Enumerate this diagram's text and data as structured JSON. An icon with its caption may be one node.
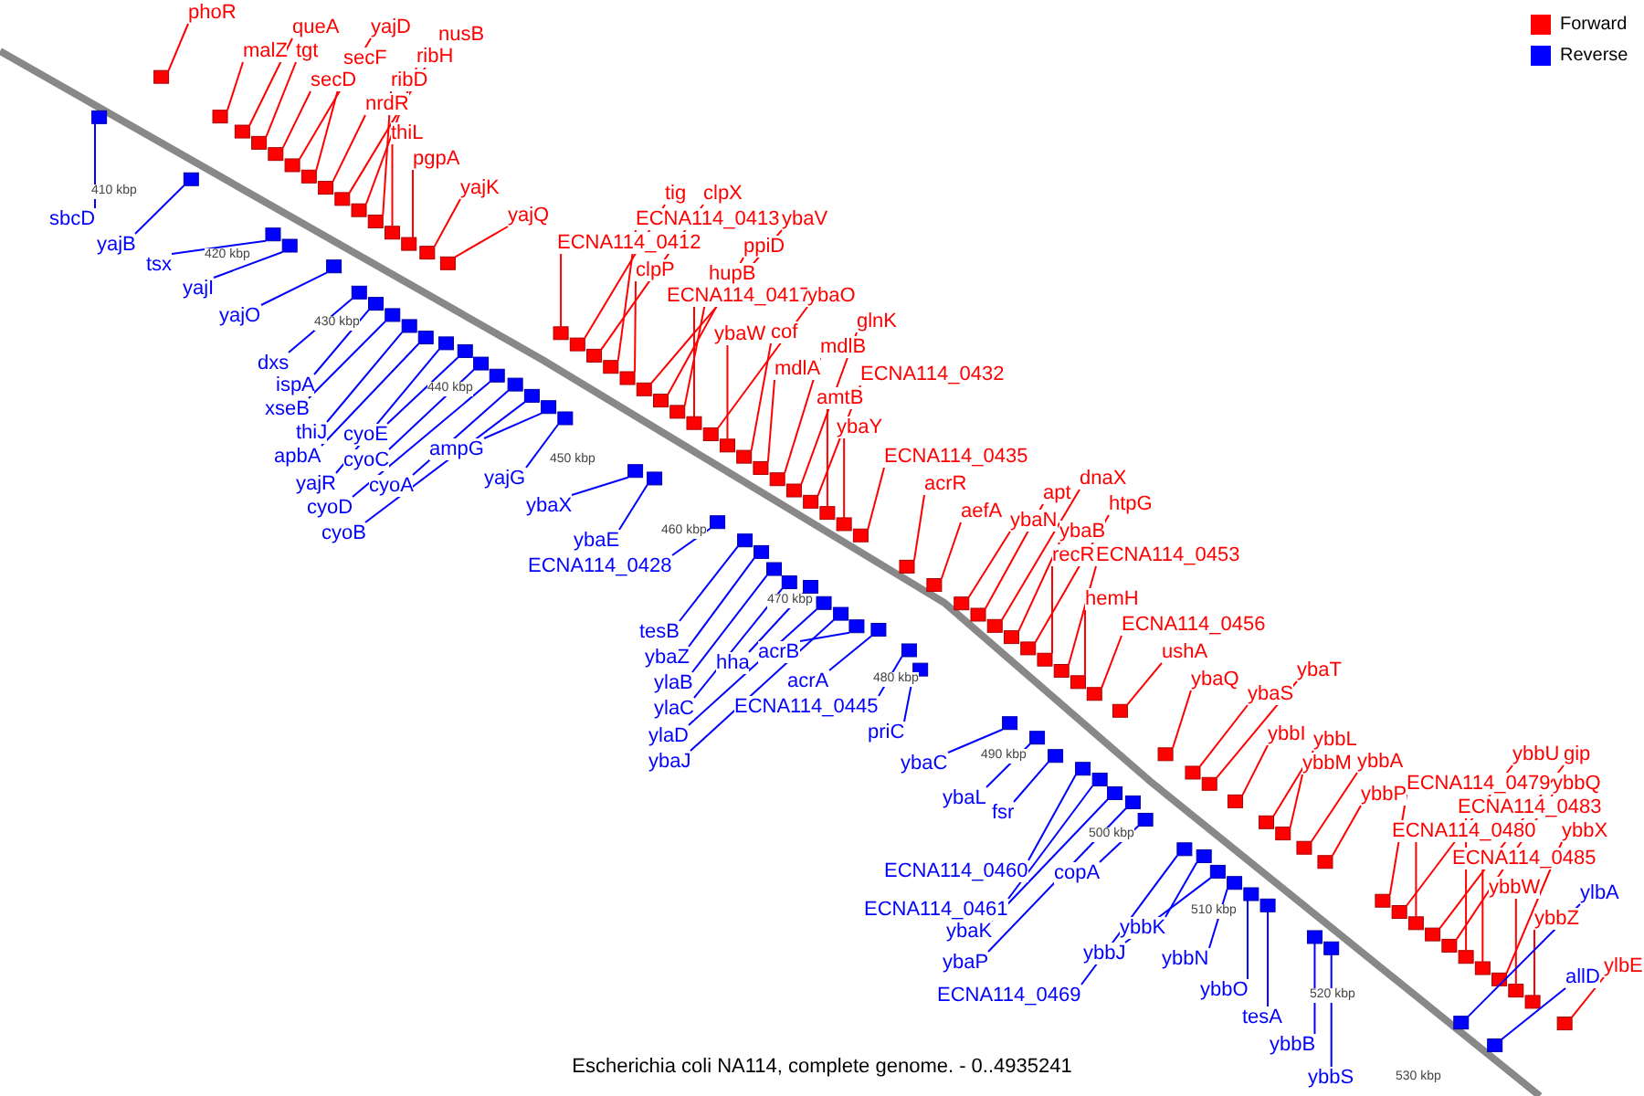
{
  "diagram": {
    "caption": "Escherichia coli NA114, complete genome. - 0..4935241",
    "nodes": [
      {
        "text": [
          "phoR"
        ]
      },
      {
        "text": [
          "malZ"
        ]
      },
      {
        "text": [
          "queA"
        ]
      },
      {
        "text": [
          "tgt"
        ]
      },
      {
        "text": [
          "yajD"
        ]
      },
      {
        "text": [
          "secF"
        ]
      },
      {
        "text": [
          "secD"
        ]
      },
      {
        "text": [
          "nusB"
        ]
      },
      {
        "text": [
          "ribH"
        ]
      },
      {
        "text": [
          "ribD"
        ]
      },
      {
        "text": [
          "nrdR"
        ]
      },
      {
        "text": [
          "thiL"
        ]
      },
      {
        "text": [
          "pgpA"
        ]
      },
      {
        "text": [
          "yajK"
        ]
      },
      {
        "text": [
          "yajQ"
        ]
      },
      {
        "text": [
          "tig"
        ]
      },
      {
        "text": [
          "clpX"
        ]
      },
      {
        "text": [
          "ECNA114_0413"
        ]
      },
      {
        "text": [
          "ECNA114_0412"
        ]
      },
      {
        "text": [
          "ybaV"
        ]
      },
      {
        "text": [
          "ppiD"
        ]
      },
      {
        "text": [
          "clpP"
        ]
      },
      {
        "text": [
          "hupB"
        ]
      },
      {
        "text": [
          "ECNA114_0417"
        ]
      },
      {
        "text": [
          "ybaO"
        ]
      },
      {
        "text": [
          "ybaW"
        ]
      },
      {
        "text": [
          "cof"
        ]
      },
      {
        "text": [
          "glnK"
        ]
      },
      {
        "text": [
          "mdlB"
        ]
      },
      {
        "text": [
          "mdlA"
        ]
      },
      {
        "text": [
          "ECNA114_0432"
        ]
      },
      {
        "text": [
          "amtB"
        ]
      },
      {
        "text": [
          "ybaY"
        ]
      },
      {
        "text": [
          "ECNA114_0435"
        ]
      },
      {
        "text": [
          "acrR"
        ]
      },
      {
        "text": [
          "aefA"
        ]
      },
      {
        "text": [
          "apt"
        ]
      },
      {
        "text": [
          "dnaX"
        ]
      },
      {
        "text": [
          "ybaN"
        ]
      },
      {
        "text": [
          "htpG"
        ]
      },
      {
        "text": [
          "ybaB"
        ]
      },
      {
        "text": [
          "recR"
        ]
      },
      {
        "text": [
          "ECNA114_0453"
        ]
      },
      {
        "text": [
          "hemH"
        ]
      },
      {
        "text": [
          "ECNA114_0456"
        ]
      },
      {
        "text": [
          "ushA"
        ]
      },
      {
        "text": [
          "ybaQ"
        ]
      },
      {
        "text": [
          "ybaS"
        ]
      },
      {
        "text": [
          "ybaT"
        ]
      },
      {
        "text": [
          "ybbI"
        ]
      },
      {
        "text": [
          "ybbL"
        ]
      },
      {
        "text": [
          "ybbM"
        ]
      },
      {
        "text": [
          "ybbA"
        ]
      },
      {
        "text": [
          "ybbP"
        ]
      },
      {
        "text": [
          "ECNA114_0479"
        ]
      },
      {
        "text": [
          "ybbU"
        ]
      },
      {
        "text": [
          "gip"
        ]
      },
      {
        "text": [
          "ybbQ"
        ]
      },
      {
        "text": [
          "ECNA114_0483"
        ]
      },
      {
        "text": [
          "ECNA114_0480"
        ]
      },
      {
        "text": [
          "ybbX"
        ]
      },
      {
        "text": [
          "ECNA114_0485"
        ]
      },
      {
        "text": [
          "ybbW"
        ]
      },
      {
        "text": [
          "ybbZ"
        ]
      },
      {
        "text": [
          "ylbE"
        ]
      },
      {
        "text": [
          "sbcD"
        ]
      },
      {
        "text": [
          "yajB"
        ]
      },
      {
        "text": [
          "tsx"
        ]
      },
      {
        "text": [
          "yajI"
        ]
      },
      {
        "text": [
          "yajO"
        ]
      },
      {
        "text": [
          "dxs"
        ]
      },
      {
        "text": [
          "ispA"
        ]
      },
      {
        "text": [
          "xseB"
        ]
      },
      {
        "text": [
          "thiJ"
        ]
      },
      {
        "text": [
          "apbA"
        ]
      },
      {
        "text": [
          "yajR"
        ]
      },
      {
        "text": [
          "cyoE"
        ]
      },
      {
        "text": [
          "cyoC"
        ]
      },
      {
        "text": [
          "cyoD"
        ]
      },
      {
        "text": [
          "cyoA"
        ]
      },
      {
        "text": [
          "cyoB"
        ]
      },
      {
        "text": [
          "ampG"
        ]
      },
      {
        "text": [
          "yajG"
        ]
      },
      {
        "text": [
          "ybaX"
        ]
      },
      {
        "text": [
          "ybaE"
        ]
      },
      {
        "text": [
          "ECNA114_0428"
        ]
      },
      {
        "text": [
          "tesB"
        ]
      },
      {
        "text": [
          "ybaZ"
        ]
      },
      {
        "text": [
          "ylaB"
        ]
      },
      {
        "text": [
          "hha"
        ]
      },
      {
        "text": [
          "ylaC"
        ]
      },
      {
        "text": [
          "acrB"
        ]
      },
      {
        "text": [
          "ylaD"
        ]
      },
      {
        "text": [
          "ybaJ"
        ]
      },
      {
        "text": [
          "acrA"
        ]
      },
      {
        "text": [
          "ECNA114_0445"
        ]
      },
      {
        "text": [
          "priC"
        ]
      },
      {
        "text": [
          "ybaC"
        ]
      },
      {
        "text": [
          "ybaL"
        ]
      },
      {
        "text": [
          "fsr"
        ]
      },
      {
        "text": [
          "ECNA114_0460"
        ]
      },
      {
        "text": [
          "ECNA114_0461"
        ]
      },
      {
        "text": [
          "ybaK"
        ]
      },
      {
        "text": [
          "ybaP"
        ]
      },
      {
        "text": [
          "copA"
        ]
      },
      {
        "text": [
          "ECNA114_0469"
        ]
      },
      {
        "text": [
          "ybbK"
        ]
      },
      {
        "text": [
          "ybbJ"
        ]
      },
      {
        "text": [
          "ybbN"
        ]
      },
      {
        "text": [
          "ybbO"
        ]
      },
      {
        "text": [
          "tesA"
        ]
      },
      {
        "text": [
          "ybbB"
        ]
      },
      {
        "text": [
          "ybbS"
        ]
      },
      {
        "text": [
          "ylbA"
        ]
      },
      {
        "text": [
          "allD"
        ]
      },
      {
        "text": [],
        "shape": "box"
      },
      {
        "text": [],
        "shape": "box"
      },
      {
        "text": [],
        "shape": "box"
      },
      {
        "text": [],
        "shape": "box"
      },
      {
        "text": [],
        "shape": "box"
      },
      {
        "text": [],
        "shape": "box"
      },
      {
        "text": [],
        "shape": "box"
      },
      {
        "text": [],
        "shape": "box"
      },
      {
        "text": [],
        "shape": "box"
      },
      {
        "text": [],
        "shape": "box"
      },
      {
        "text": [],
        "shape": "box"
      },
      {
        "text": [],
        "shape": "box"
      },
      {
        "text": [],
        "shape": "box"
      },
      {
        "text": [],
        "shape": "box"
      },
      {
        "text": [],
        "shape": "box"
      },
      {
        "text": [],
        "shape": "box"
      },
      {
        "text": [],
        "shape": "box"
      },
      {
        "text": [],
        "shape": "box"
      },
      {
        "text": [],
        "shape": "box"
      },
      {
        "text": [],
        "shape": "box"
      },
      {
        "text": [],
        "shape": "box"
      },
      {
        "text": [],
        "shape": "box"
      },
      {
        "text": [],
        "shape": "box"
      },
      {
        "text": [],
        "shape": "box"
      },
      {
        "text": [],
        "shape": "box"
      },
      {
        "text": [],
        "shape": "box"
      },
      {
        "text": [],
        "shape": "box"
      },
      {
        "text": [],
        "shape": "box"
      },
      {
        "text": [],
        "shape": "box"
      },
      {
        "text": [],
        "shape": "box"
      },
      {
        "text": [],
        "shape": "box"
      },
      {
        "text": [],
        "shape": "box"
      },
      {
        "text": [],
        "shape": "box"
      },
      {
        "text": [],
        "shape": "box"
      },
      {
        "text": [],
        "shape": "box"
      },
      {
        "text": [],
        "shape": "box"
      },
      {
        "text": [],
        "shape": "box"
      },
      {
        "text": [],
        "shape": "box"
      },
      {
        "text": [],
        "shape": "box"
      },
      {
        "text": [],
        "shape": "box"
      },
      {
        "text": [],
        "shape": "box"
      },
      {
        "text": [],
        "shape": "box"
      },
      {
        "text": [],
        "shape": "box"
      },
      {
        "text": [],
        "shape": "box"
      },
      {
        "text": [],
        "shape": "box"
      },
      {
        "text": [],
        "shape": "box"
      },
      {
        "text": [],
        "shape": "box"
      },
      {
        "text": [],
        "shape": "box"
      },
      {
        "text": [],
        "shape": "box"
      },
      {
        "text": [],
        "shape": "box"
      },
      {
        "text": [],
        "shape": "box"
      },
      {
        "text": [],
        "shape": "box"
      },
      {
        "text": [],
        "shape": "box"
      },
      {
        "text": [],
        "shape": "box"
      },
      {
        "text": [],
        "shape": "box"
      },
      {
        "text": [],
        "shape": "box"
      },
      {
        "text": [],
        "shape": "box"
      },
      {
        "text": [],
        "shape": "box"
      },
      {
        "text": [],
        "shape": "box"
      },
      {
        "text": [],
        "shape": "box"
      },
      {
        "text": [],
        "shape": "box"
      },
      {
        "text": [],
        "shape": "box"
      },
      {
        "text": [],
        "shape": "box"
      },
      {
        "text": [],
        "shape": "box"
      },
      {
        "text": [],
        "shape": "box"
      },
      {
        "text": [],
        "shape": "box"
      },
      {
        "text": [],
        "shape": "box"
      },
      {
        "text": [],
        "shape": "box"
      },
      {
        "text": [],
        "shape": "box"
      },
      {
        "text": [],
        "shape": "box"
      },
      {
        "text": [],
        "shape": "box"
      },
      {
        "text": [],
        "shape": "box"
      },
      {
        "text": [],
        "shape": "box"
      },
      {
        "text": [],
        "shape": "box"
      },
      {
        "text": [],
        "shape": "box"
      },
      {
        "text": [],
        "shape": "box"
      },
      {
        "text": [],
        "shape": "box"
      },
      {
        "text": [],
        "shape": "box"
      },
      {
        "text": [],
        "shape": "box"
      },
      {
        "text": [],
        "shape": "box"
      },
      {
        "text": [],
        "shape": "box"
      },
      {
        "text": [],
        "shape": "box"
      },
      {
        "text": [],
        "shape": "box"
      },
      {
        "text": [],
        "shape": "box"
      },
      {
        "text": [],
        "shape": "box"
      },
      {
        "text": [],
        "shape": "box"
      },
      {
        "text": [],
        "shape": "box"
      },
      {
        "text": [],
        "shape": "box"
      },
      {
        "text": [],
        "shape": "box"
      },
      {
        "text": [],
        "shape": "box"
      },
      {
        "text": [],
        "shape": "box"
      },
      {
        "text": [],
        "shape": "box"
      },
      {
        "text": [],
        "shape": "box"
      },
      {
        "text": [],
        "shape": "box"
      },
      {
        "text": [],
        "shape": "box"
      },
      {
        "text": [],
        "shape": "box"
      },
      {
        "text": [],
        "shape": "box"
      },
      {
        "text": [],
        "shape": "box"
      },
      {
        "text": [],
        "shape": "box"
      },
      {
        "text": [],
        "shape": "box"
      },
      {
        "text": [],
        "shape": "box"
      },
      {
        "text": [],
        "shape": "box"
      },
      {
        "text": [],
        "shape": "box"
      },
      {
        "text": [],
        "shape": "box"
      },
      {
        "text": [],
        "shape": "box"
      },
      {
        "text": [],
        "shape": "box"
      },
      {
        "text": [],
        "shape": "box"
      },
      {
        "text": [],
        "shape": "box"
      },
      {
        "text": [],
        "shape": "box"
      },
      {
        "text": [],
        "shape": "box"
      },
      {
        "text": [],
        "shape": "box"
      },
      {
        "text": [],
        "shape": "box"
      },
      {
        "text": [],
        "shape": "box"
      },
      {
        "text": [],
        "shape": "box"
      },
      {
        "text": [],
        "shape": "box"
      }
    ],
    "edges": [
      {
        "from": 0,
        "to": 115,
        "arrow": "none"
      },
      {
        "from": 1,
        "to": 116,
        "arrow": "none"
      },
      {
        "from": 2,
        "to": 117,
        "arrow": "none"
      },
      {
        "from": 3,
        "to": 118,
        "arrow": "none"
      },
      {
        "from": 4,
        "to": 119,
        "arrow": "none"
      },
      {
        "from": 5,
        "to": 120,
        "arrow": "none"
      },
      {
        "from": 6,
        "to": 121,
        "arrow": "none"
      },
      {
        "from": 7,
        "to": 122,
        "arrow": "none"
      },
      {
        "from": 8,
        "to": 123,
        "arrow": "none"
      },
      {
        "from": 9,
        "to": 124,
        "arrow": "none"
      },
      {
        "from": 10,
        "to": 125,
        "arrow": "none"
      },
      {
        "from": 11,
        "to": 126,
        "arrow": "none"
      },
      {
        "from": 12,
        "to": 127,
        "arrow": "none"
      },
      {
        "from": 13,
        "to": 128,
        "arrow": "none"
      },
      {
        "from": 14,
        "to": 129,
        "arrow": "none"
      },
      {
        "from": 15,
        "to": 130,
        "arrow": "none"
      },
      {
        "from": 16,
        "to": 131,
        "arrow": "none"
      },
      {
        "from": 17,
        "to": 132,
        "arrow": "none"
      },
      {
        "from": 18,
        "to": 133,
        "arrow": "none"
      },
      {
        "from": 19,
        "to": 134,
        "arrow": "none"
      },
      {
        "from": 20,
        "to": 135,
        "arrow": "none"
      },
      {
        "from": 21,
        "to": 136,
        "arrow": "none"
      },
      {
        "from": 22,
        "to": 137,
        "arrow": "none"
      },
      {
        "from": 23,
        "to": 138,
        "arrow": "none"
      },
      {
        "from": 24,
        "to": 139,
        "arrow": "none"
      },
      {
        "from": 25,
        "to": 140,
        "arrow": "none"
      },
      {
        "from": 26,
        "to": 141,
        "arrow": "none"
      },
      {
        "from": 27,
        "to": 142,
        "arrow": "none"
      },
      {
        "from": 28,
        "to": 143,
        "arrow": "none"
      },
      {
        "from": 29,
        "to": 144,
        "arrow": "none"
      },
      {
        "from": 30,
        "to": 145,
        "arrow": "none"
      },
      {
        "from": 31,
        "to": 146,
        "arrow": "none"
      },
      {
        "from": 32,
        "to": 147,
        "arrow": "none"
      },
      {
        "from": 33,
        "to": 148,
        "arrow": "none"
      },
      {
        "from": 34,
        "to": 149,
        "arrow": "none"
      },
      {
        "from": 35,
        "to": 150,
        "arrow": "none"
      },
      {
        "from": 36,
        "to": 151,
        "arrow": "none"
      },
      {
        "from": 37,
        "to": 152,
        "arrow": "none"
      },
      {
        "from": 38,
        "to": 153,
        "arrow": "none"
      },
      {
        "from": 39,
        "to": 154,
        "arrow": "none"
      },
      {
        "from": 40,
        "to": 155,
        "arrow": "none"
      },
      {
        "from": 41,
        "to": 156,
        "arrow": "none"
      },
      {
        "from": 42,
        "to": 157,
        "arrow": "none"
      },
      {
        "from": 43,
        "to": 158,
        "arrow": "none"
      },
      {
        "from": 44,
        "to": 159,
        "arrow": "none"
      },
      {
        "from": 45,
        "to": 160,
        "arrow": "none"
      },
      {
        "from": 46,
        "to": 161,
        "arrow": "none"
      },
      {
        "from": 47,
        "to": 162,
        "arrow": "none"
      },
      {
        "from": 48,
        "to": 163,
        "arrow": "none"
      },
      {
        "from": 49,
        "to": 164,
        "arrow": "none"
      },
      {
        "from": 50,
        "to": 165,
        "arrow": "none"
      },
      {
        "from": 51,
        "to": 166,
        "arrow": "none"
      },
      {
        "from": 52,
        "to": 167,
        "arrow": "none"
      },
      {
        "from": 53,
        "to": 168,
        "arrow": "none"
      },
      {
        "from": 54,
        "to": 169,
        "arrow": "none"
      },
      {
        "from": 55,
        "to": 170,
        "arrow": "none"
      },
      {
        "from": 56,
        "to": 171,
        "arrow": "none"
      },
      {
        "from": 57,
        "to": 172,
        "arrow": "none"
      },
      {
        "from": 58,
        "to": 173,
        "arrow": "none"
      },
      {
        "from": 59,
        "to": 174,
        "arrow": "none"
      },
      {
        "from": 60,
        "to": 175,
        "arrow": "none"
      },
      {
        "from": 61,
        "to": 176,
        "arrow": "none"
      },
      {
        "from": 62,
        "to": 177,
        "arrow": "none"
      },
      {
        "from": 63,
        "to": 178,
        "arrow": "none"
      },
      {
        "from": 64,
        "to": 179,
        "arrow": "none"
      },
      {
        "from": 65,
        "to": 180,
        "arrow": "none",
        "color": "#0000ff"
      },
      {
        "from": 66,
        "to": 181,
        "arrow": "none",
        "color": "#0000ff"
      },
      {
        "from": 67,
        "to": 182,
        "arrow": "none",
        "color": "#0000ff"
      },
      {
        "from": 68,
        "to": 183,
        "arrow": "none",
        "color": "#0000ff"
      },
      {
        "from": 69,
        "to": 184,
        "arrow": "none",
        "color": "#0000ff"
      },
      {
        "from": 70,
        "to": 185,
        "arrow": "none",
        "color": "#0000ff"
      },
      {
        "from": 71,
        "to": 186,
        "arrow": "none",
        "color": "#0000ff"
      },
      {
        "from": 72,
        "to": 187,
        "arrow": "none",
        "color": "#0000ff"
      },
      {
        "from": 73,
        "to": 188,
        "arrow": "none",
        "color": "#0000ff"
      },
      {
        "from": 74,
        "to": 189,
        "arrow": "none",
        "color": "#0000ff"
      },
      {
        "from": 75,
        "to": 190,
        "arrow": "none",
        "color": "#0000ff"
      },
      {
        "from": 76,
        "to": 191,
        "arrow": "none",
        "color": "#0000ff"
      },
      {
        "from": 77,
        "to": 192,
        "arrow": "none",
        "color": "#0000ff"
      },
      {
        "from": 78,
        "to": 193,
        "arrow": "none",
        "color": "#0000ff"
      },
      {
        "from": 79,
        "to": 194,
        "arrow": "none",
        "color": "#0000ff"
      },
      {
        "from": 80,
        "to": 195,
        "arrow": "none",
        "color": "#0000ff"
      },
      {
        "from": 81,
        "to": 196,
        "arrow": "none",
        "color": "#0000ff"
      },
      {
        "from": 82,
        "to": 197,
        "arrow": "none",
        "color": "#0000ff"
      },
      {
        "from": 83,
        "to": 198,
        "arrow": "none",
        "color": "#0000ff"
      },
      {
        "from": 84,
        "to": 199,
        "arrow": "none",
        "color": "#0000ff"
      },
      {
        "from": 85,
        "to": 200,
        "arrow": "none",
        "color": "#0000ff"
      },
      {
        "from": 86,
        "to": 201,
        "arrow": "none",
        "color": "#0000ff"
      },
      {
        "from": 87,
        "to": 202,
        "arrow": "none",
        "color": "#0000ff"
      },
      {
        "from": 88,
        "to": 203,
        "arrow": "none",
        "color": "#0000ff"
      },
      {
        "from": 89,
        "to": 204,
        "arrow": "none",
        "color": "#0000ff"
      },
      {
        "from": 90,
        "to": 205,
        "arrow": "none",
        "color": "#0000ff"
      },
      {
        "from": 91,
        "to": 206,
        "arrow": "none",
        "color": "#0000ff"
      },
      {
        "from": 92,
        "to": 207,
        "arrow": "none",
        "color": "#0000ff"
      },
      {
        "from": 93,
        "to": 208,
        "arrow": "none",
        "color": "#0000ff"
      },
      {
        "from": 94,
        "to": 209,
        "arrow": "none",
        "color": "#0000ff"
      },
      {
        "from": 95,
        "to": 210,
        "arrow": "none",
        "color": "#0000ff"
      },
      {
        "from": 96,
        "to": 211,
        "arrow": "none",
        "color": "#0000ff"
      },
      {
        "from": 97,
        "to": 212,
        "arrow": "none",
        "color": "#0000ff"
      },
      {
        "from": 98,
        "to": 213,
        "arrow": "none",
        "color": "#0000ff"
      },
      {
        "from": 99,
        "to": 214,
        "arrow": "none",
        "color": "#0000ff"
      },
      {
        "from": 100,
        "to": 215,
        "arrow": "none",
        "color": "#0000ff"
      },
      {
        "from": 101,
        "to": 216,
        "arrow": "none",
        "color": "#0000ff"
      },
      {
        "from": 102,
        "to": 217,
        "arrow": "none",
        "color": "#0000ff"
      },
      {
        "from": 103,
        "to": 218,
        "arrow": "none",
        "color": "#0000ff"
      },
      {
        "from": 104,
        "to": 219,
        "arrow": "none",
        "color": "#0000ff"
      },
      {
        "from": 105,
        "to": 220,
        "arrow": "none",
        "color": "#0000ff"
      },
      {
        "from": 106,
        "to": 221,
        "arrow": "none",
        "color": "#0000ff"
      },
      {
        "from": 107,
        "to": 222,
        "arrow": "none",
        "color": "#0000ff"
      },
      {
        "from": 108,
        "to": 223,
        "arrow": "none",
        "color": "#0000ff"
      },
      {
        "from": 109,
        "to": 224,
        "arrow": "none",
        "color": "#0000ff"
      },
      {
        "from": 110,
        "to": 225,
        "arrow": "none",
        "color": "#0000ff"
      },
      {
        "from": 111,
        "to": 226,
        "arrow": "none",
        "color": "#0000ff"
      },
      {
        "from": 112,
        "to": 227,
        "arrow": "none",
        "color": "#0000ff"
      },
      {
        "from": 113,
        "to": 228,
        "arrow": "none",
        "color": "#0000ff"
      },
      {
        "from": 114,
        "to": 229,
        "arrow": "none",
        "color": "#0000ff"
      }
    ],
    "labels": [
      "410 kbp",
      "420 kbp",
      "430 kbp",
      "440 kbp",
      "450 kbp",
      "460 kbp",
      "470 kbp",
      "480 kbp",
      "490 kbp",
      "500 kbp",
      "510 kbp",
      "520 kbp",
      "530 kbp"
    ],
    "legend": [
      {
        "text": "Forward",
        "color": "#ff0000"
      },
      {
        "text": "Reverse",
        "color": "#0000ff"
      }
    ]
  }
}
